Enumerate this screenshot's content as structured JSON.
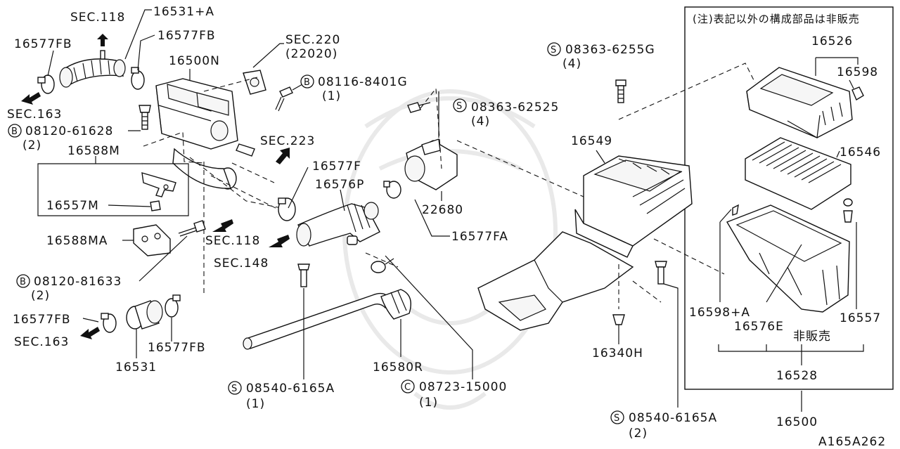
{
  "diagram_code": "A165A262",
  "box_note": "(注)表記以外の構成部品は非販売",
  "labels": {
    "sec118_top": "SEC.118",
    "p16531a": "16531+A",
    "p16577fb_tl": "16577FB",
    "p16577fb_t": "16577FB",
    "sec220": "SEC.220",
    "p22020": "(22020)",
    "p16500n": "16500N",
    "b08116": "08116-8401G",
    "b08116_q": "(1)",
    "sec163_l": "SEC.163",
    "b08120_61628": "08120-61628",
    "b08120_61628_q": "(2)",
    "p16588m": "16588M",
    "sec223": "SEC.223",
    "p16557m": "16557M",
    "p16588ma": "16588MA",
    "sec118_m": "SEC.118",
    "sec148": "SEC.148",
    "b08120_81633": "08120-81633",
    "b08120_81633_q": "(2)",
    "p16577fb_l": "16577FB",
    "sec163_b": "SEC.163",
    "p16531": "16531",
    "p16577fb_b": "16577FB",
    "p16577f": "16577F",
    "p16576p": "16576P",
    "s08363_62525": "08363-62525",
    "s08363_62525_q": "(4)",
    "p22680": "22680",
    "p16577fa": "16577FA",
    "s08363_6255g": "08363-6255G",
    "s08363_6255g_q": "(4)",
    "p16549": "16549",
    "s08540_l": "08540-6165A",
    "s08540_l_q": "(1)",
    "p16580r": "16580R",
    "c08723": "08723-15000",
    "c08723_q": "(1)",
    "p16340h": "16340H",
    "s08540_r": "08540-6165A",
    "s08540_r_q": "(2)",
    "p16526": "16526",
    "p16598": "16598",
    "p16546": "16546",
    "p16598a": "16598+A",
    "p16576e": "16576E",
    "not_sold": "非販売",
    "p16557": "16557",
    "p16528": "16528",
    "p16500": "16500"
  },
  "symbols": {
    "bolt_b": "B",
    "screw_s": "S",
    "clip_c": "C"
  }
}
